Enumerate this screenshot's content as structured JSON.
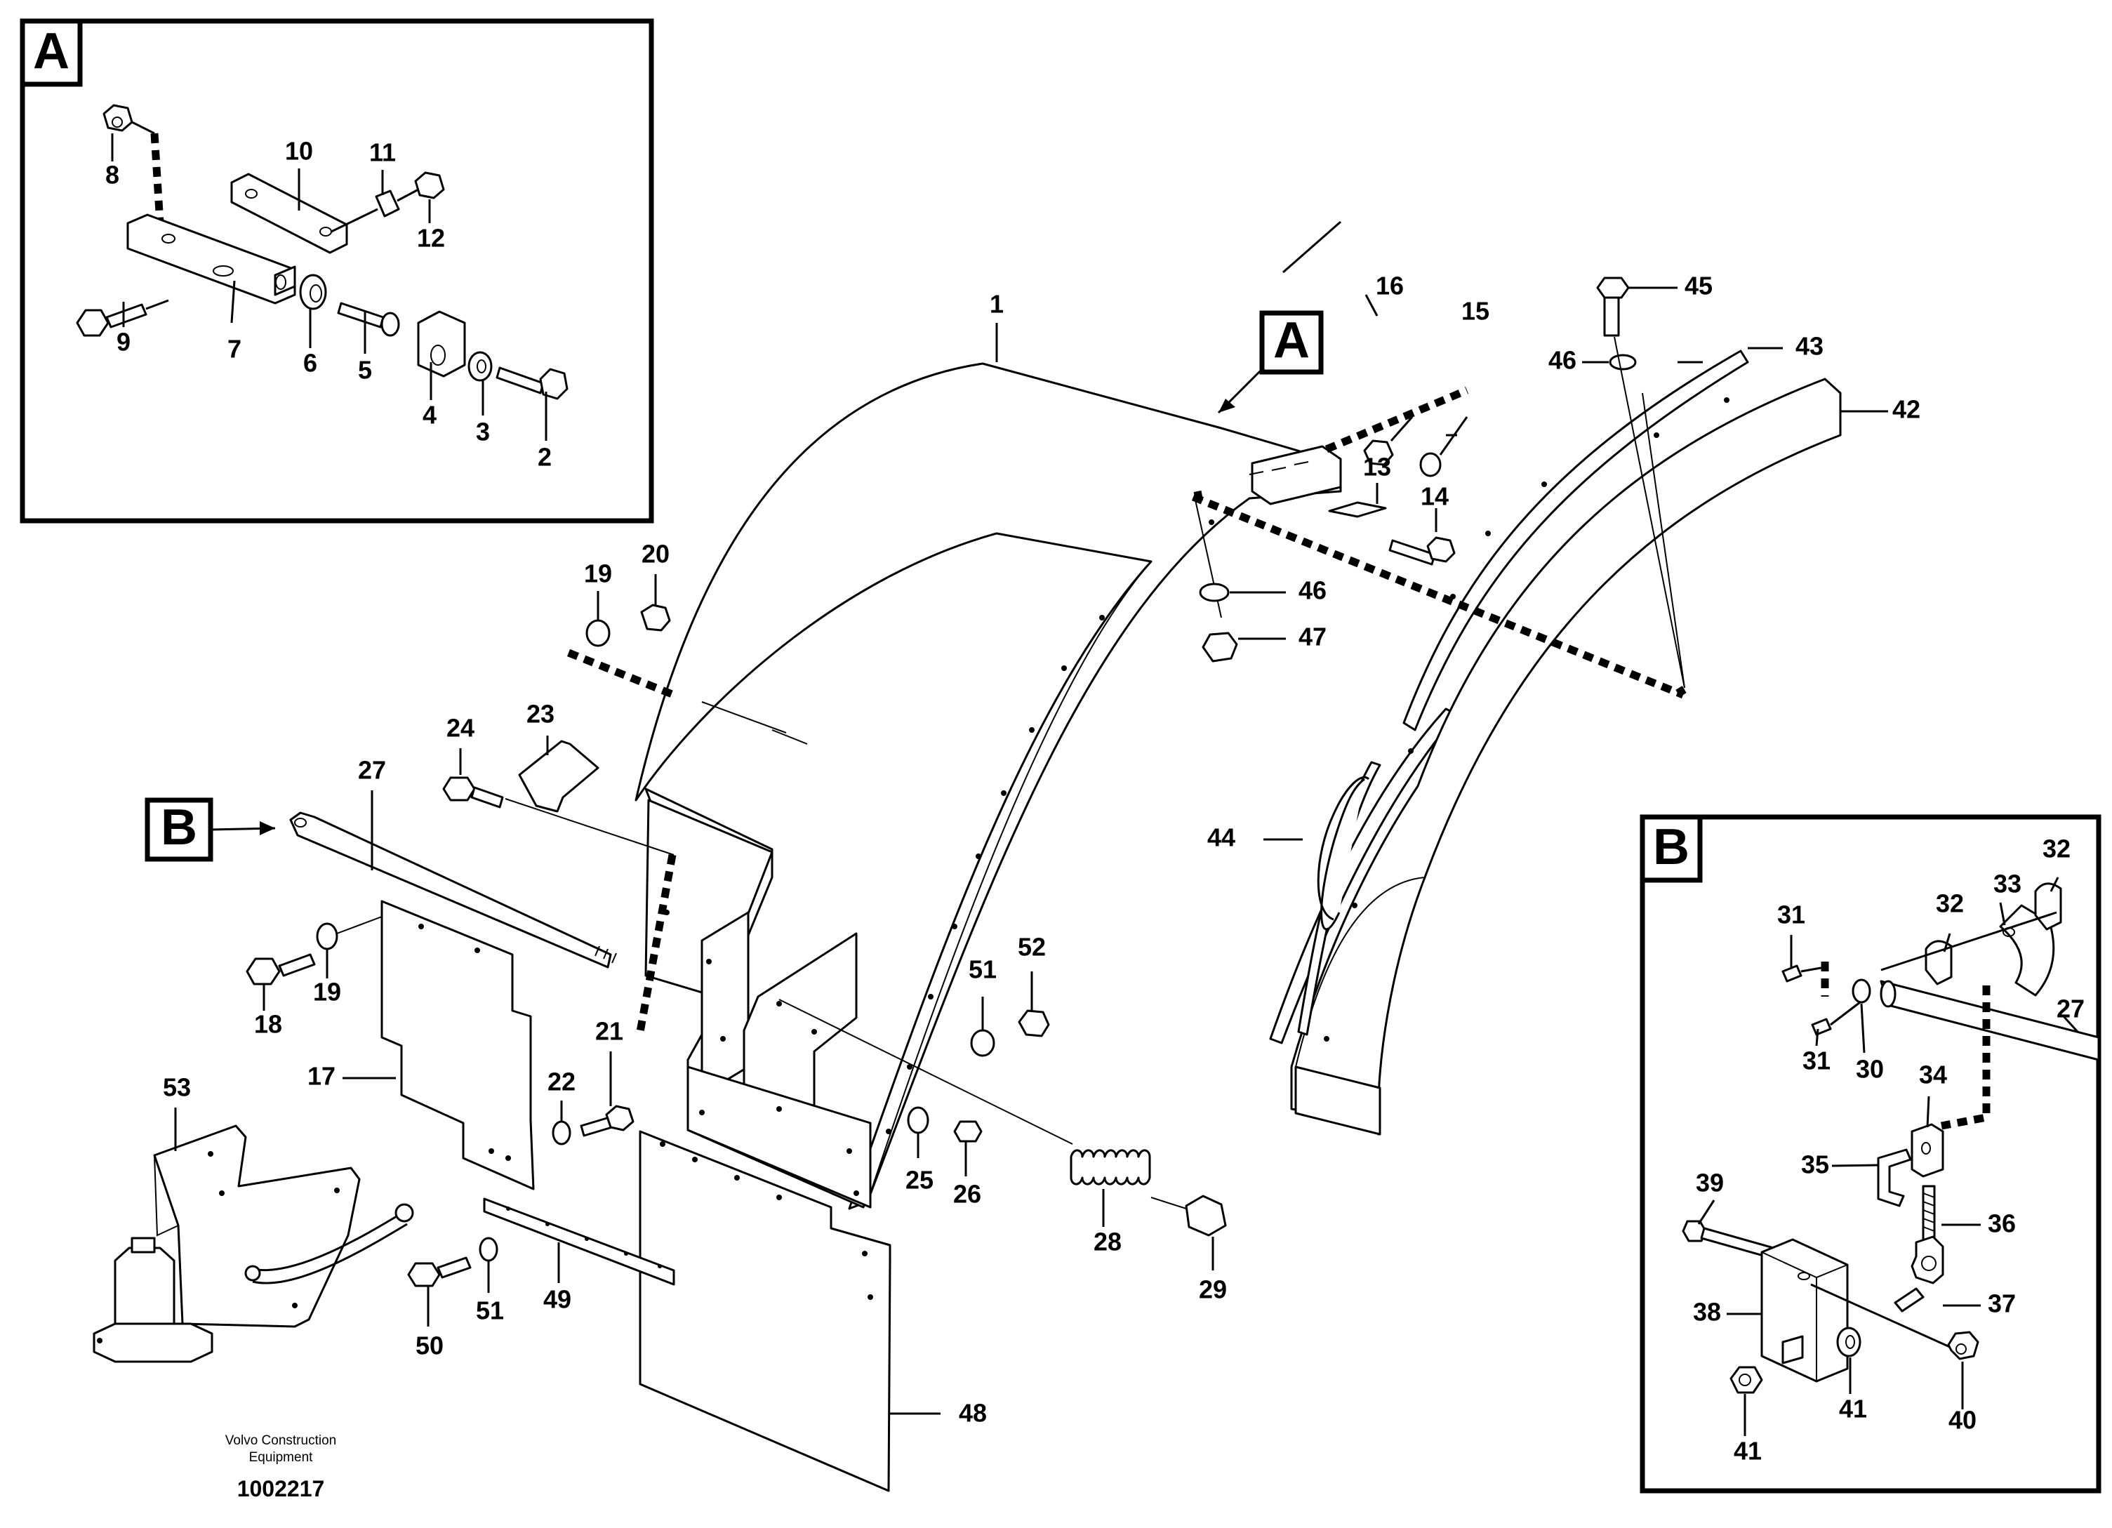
{
  "labels": {
    "inset_a": "A",
    "inset_b": "B",
    "main_ref_a": "A",
    "main_ref_b": "B",
    "credit_line1": "Volvo Construction",
    "credit_line2": "Equipment",
    "doc_number": "1002217"
  },
  "callouts": {
    "c1": "1",
    "c2": "2",
    "c3": "3",
    "c4": "4",
    "c5": "5",
    "c6": "6",
    "c7": "7",
    "c8": "8",
    "c9": "9",
    "c10": "10",
    "c11": "11",
    "c12": "12",
    "c13": "13",
    "c14": "14",
    "c15": "15",
    "c16": "16",
    "c17": "17",
    "c18": "18",
    "c19a": "19",
    "c19b": "19",
    "c20": "20",
    "c21": "21",
    "c22": "22",
    "c23": "23",
    "c24": "24",
    "c25": "25",
    "c26": "26",
    "c27a": "27",
    "c27b": "27",
    "c28": "28",
    "c29": "29",
    "c30": "30",
    "c31a": "31",
    "c31b": "31",
    "c32a": "32",
    "c32b": "32",
    "c33": "33",
    "c34": "34",
    "c35": "35",
    "c36": "36",
    "c37": "37",
    "c38": "38",
    "c39": "39",
    "c40": "40",
    "c41a": "41",
    "c41b": "41",
    "c42": "42",
    "c43": "43",
    "c44": "44",
    "c45": "45",
    "c46a": "46",
    "c46b": "46",
    "c47": "47",
    "c48": "48",
    "c49": "49",
    "c50": "50",
    "c51a": "51",
    "c51b": "51",
    "c52": "52",
    "c53": "53"
  }
}
